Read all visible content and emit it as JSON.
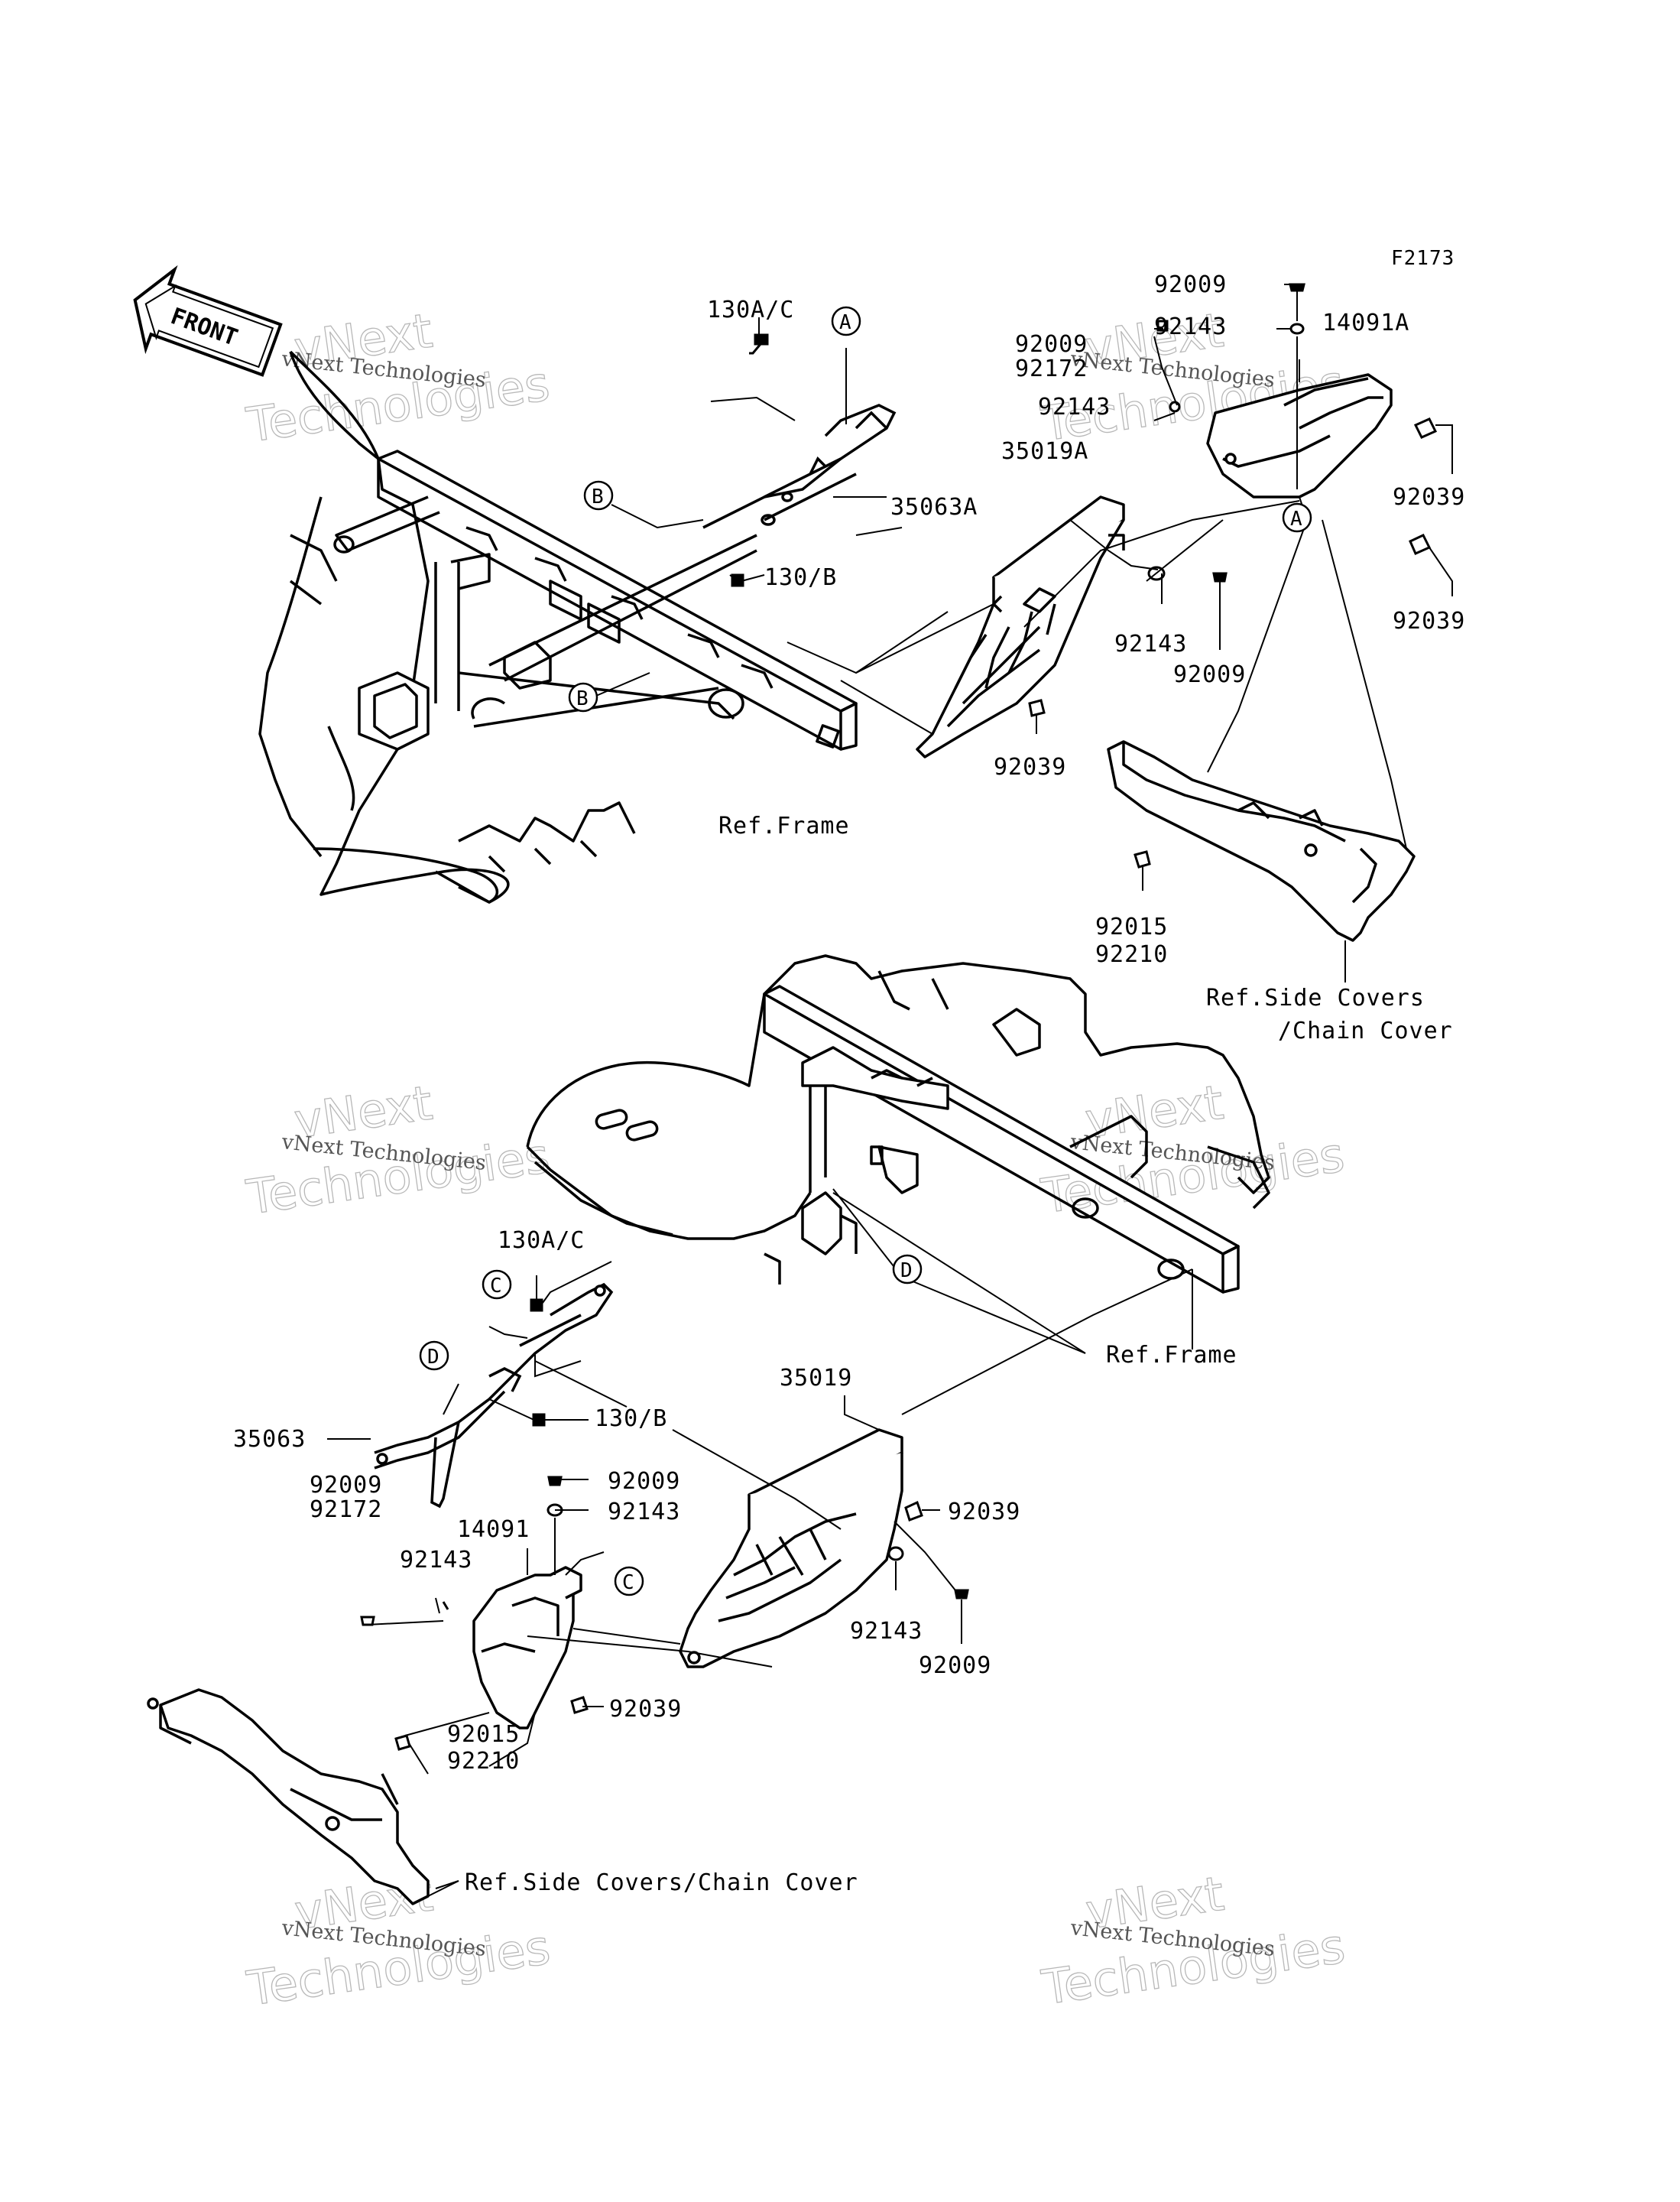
{
  "figure_code": "F2173",
  "front_arrow": "FRONT",
  "watermark": {
    "line1": "vNext",
    "line2": "Technologies",
    "caption": "vNext Technologies"
  },
  "callouts": {
    "A": "A",
    "B": "B",
    "C": "C",
    "D": "D"
  },
  "top": {
    "p130ac": "130A/C",
    "p35063a": "35063A",
    "p130b": "130/B",
    "ref_frame": "Ref.Frame",
    "p35019a": "35019A",
    "p92009_a": "92009",
    "p92143_a": "92143",
    "p14091a": "14091A",
    "p92009_b": "92009",
    "p92172_b": "92172",
    "p92143_b": "92143",
    "p92039_a": "92039",
    "p92039_b": "92039",
    "p92143_c": "92143",
    "p92009_c": "92009",
    "p92039_c": "92039",
    "p92015": "92015",
    "p92210": "92210",
    "ref_side_1": "Ref.Side Covers",
    "ref_side_2": "/Chain Cover"
  },
  "bottom": {
    "p130ac": "130A/C",
    "p130b": "130/B",
    "p35063": "35063",
    "ref_frame": "Ref.Frame",
    "p35019": "35019",
    "p92009_a": "92009",
    "p92143_a": "92143",
    "p92039_a": "92039",
    "p92009_b": "92009",
    "p92172_b": "92172",
    "p14091": "14091",
    "p92143_b": "92143",
    "p92143_c": "92143",
    "p92009_c": "92009",
    "p92039_b": "92039",
    "p92015": "92015",
    "p92210": "92210",
    "ref_side": "Ref.Side Covers/Chain Cover"
  }
}
